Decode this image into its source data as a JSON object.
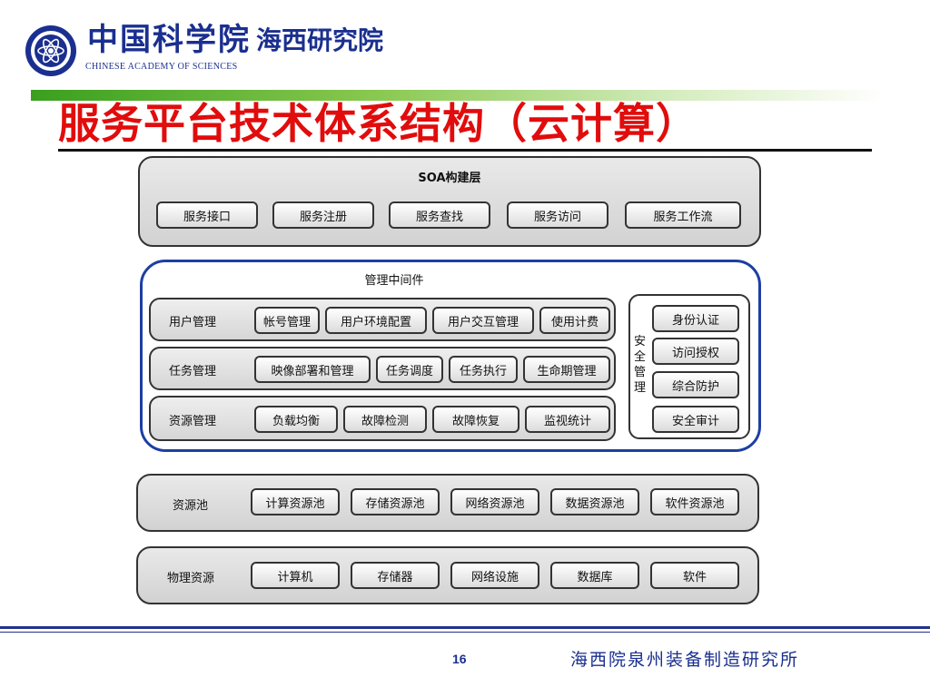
{
  "header": {
    "org_cn": "中国科学院",
    "org_en": "CHINESE ACADEMY OF SCIENCES",
    "org_sub": "海西研究院",
    "title": "服务平台技术体系结构（云计算）"
  },
  "soa": {
    "title": "SOA构建层",
    "items": [
      "服务接口",
      "服务注册",
      "服务查找",
      "服务访问",
      "服务工作流"
    ]
  },
  "middleware": {
    "title": "管理中间件",
    "rows": [
      {
        "label": "用户管理",
        "items": [
          "帐号管理",
          "用户环境配置",
          "用户交互管理",
          "使用计费"
        ]
      },
      {
        "label": "任务管理",
        "items": [
          "映像部署和管理",
          "任务调度",
          "任务执行",
          "生命期管理"
        ]
      },
      {
        "label": "资源管理",
        "items": [
          "负载均衡",
          "故障检测",
          "故障恢复",
          "监视统计"
        ]
      }
    ],
    "security": {
      "label": [
        "安",
        "全",
        "管",
        "理"
      ],
      "items": [
        "身份认证",
        "访问授权",
        "综合防护",
        "安全审计"
      ]
    }
  },
  "pool": {
    "label": "资源池",
    "items": [
      "计算资源池",
      "存储资源池",
      "网络资源池",
      "数据资源池",
      "软件资源池"
    ]
  },
  "physical": {
    "label": "物理资源",
    "items": [
      "计算机",
      "存储器",
      "网络设施",
      "数据库",
      "软件"
    ]
  },
  "footer": {
    "page": "16",
    "org": "海西院泉州装备制造研究所"
  },
  "colors": {
    "title": "#e10c0c",
    "brand_blue": "#1a2f8f",
    "middleware_border": "#1d3fa3",
    "accent_green": "#3a9f1f"
  }
}
